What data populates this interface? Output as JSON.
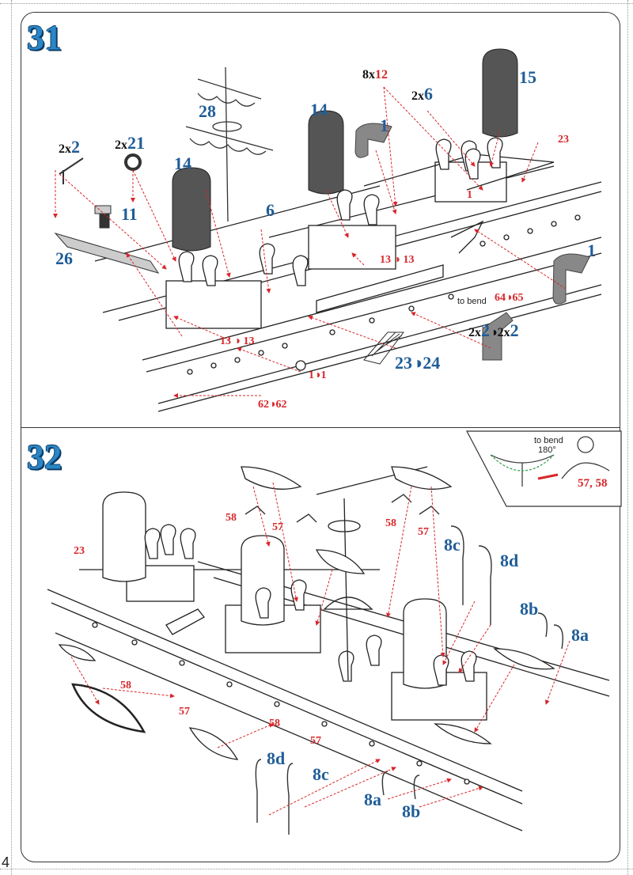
{
  "page_number": "4",
  "steps": [
    {
      "number": "31",
      "labels": {
        "p2x2": {
          "qty": "2x",
          "part": "2"
        },
        "p2x21": {
          "qty": "2x",
          "part": "21"
        },
        "p8x12": {
          "qty": "8x",
          "part": "12"
        },
        "p2x6": {
          "qty": "2x",
          "part": "6"
        },
        "p28": "28",
        "p14a": "14",
        "p14b": "14",
        "p15": "15",
        "p1a": "1",
        "p1b": "1",
        "p11": "11",
        "p6": "6",
        "p26": "26",
        "p23": "23",
        "r13a": "13",
        "r13b": "13",
        "r13c": "13",
        "r13d": "13",
        "r1a": "1",
        "r1b": "1",
        "r1c": "1",
        "r64": "64",
        "r65": "65",
        "r62a": "62",
        "r62b": "62",
        "p23b": "23",
        "p24": "24",
        "p2x2b": {
          "qty": "2x",
          "part": "2"
        },
        "p2x2c": {
          "qty": "2x",
          "part": "2"
        },
        "to_bend": "to bend"
      }
    },
    {
      "number": "32",
      "inset": {
        "to_bend": "to bend",
        "degrees": "180°",
        "parts": "57, 58"
      },
      "labels": {
        "p23": "23",
        "r58a": "58",
        "r57a": "57",
        "r58b": "58",
        "r57b": "57",
        "r58c": "58",
        "r57c": "57",
        "r58d": "58",
        "r57d": "57",
        "b8c": "8c",
        "b8d": "8d",
        "b8b": "8b",
        "b8a": "8a",
        "b8d2": "8d",
        "b8c2": "8c",
        "b8a2": "8a",
        "b8b2": "8b"
      }
    }
  ]
}
